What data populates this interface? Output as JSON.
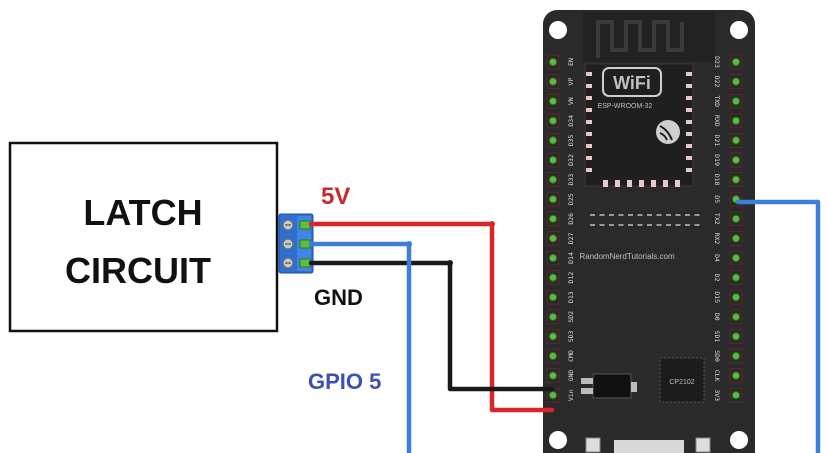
{
  "latch": {
    "line1": "LATCH",
    "line2": "CIRCUIT"
  },
  "wire_labels": {
    "v5": "5V",
    "gnd": "GND",
    "gpio": "GPIO 5"
  },
  "board": {
    "left_pins": [
      "EN",
      "VP",
      "VN",
      "D34",
      "D35",
      "D32",
      "D33",
      "D25",
      "D26",
      "D27",
      "D14",
      "D12",
      "D13",
      "SD2",
      "SD3",
      "CMD",
      "GND",
      "Vin"
    ],
    "right_pins": [
      "D23",
      "D22",
      "TXD",
      "RXD",
      "D21",
      "D19",
      "D18",
      "D5",
      "TX2",
      "RX2",
      "D4",
      "D2",
      "D15",
      "D0",
      "SD1",
      "SD0",
      "CLK",
      "3V3"
    ],
    "wifi_text": "WiFi",
    "module_text": "ESP-WROOM-32",
    "watermark": "RandomNerdTutorials.com",
    "usb_chip": "CP2102"
  },
  "colors": {
    "red_wire": "#d9262a",
    "black_wire": "#1a1a1a",
    "blue_wire": "#3d7fd6",
    "label_red": "#c8282c",
    "label_blue": "#3e4fb8",
    "board": "#2a2a2a",
    "terminal": "#2f6fd1"
  }
}
